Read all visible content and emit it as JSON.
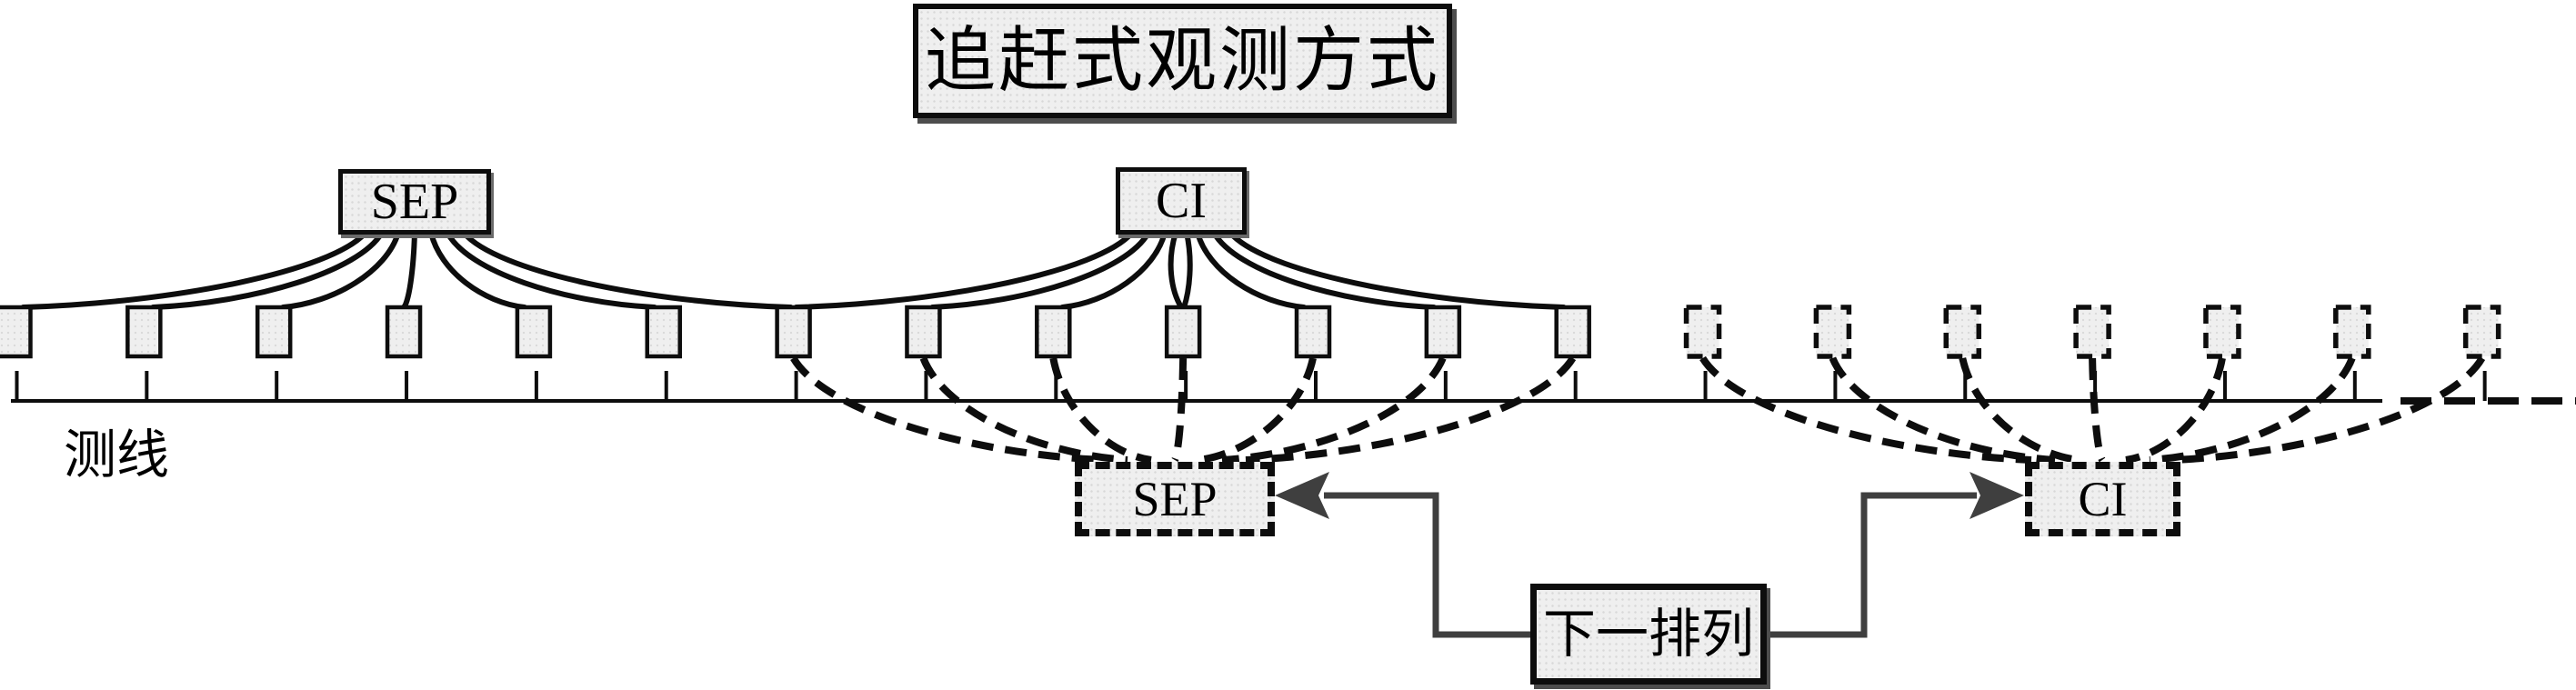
{
  "title": "追赶式观测方式",
  "current_spread": {
    "sep_label": "SEP",
    "ci_label": "CI"
  },
  "next_spread": {
    "sep_label": "SEP",
    "ci_label": "CI",
    "connector_label": "下一排列"
  },
  "survey_line_label": "测线",
  "receivers": {
    "active_count": 13,
    "next_count": 7
  },
  "colors": {
    "background": "#ffffff",
    "box_fill": "#efefef",
    "box_dot": "#d8d8d8",
    "stroke": "#0d0d0d",
    "connector": "#3f3f3f"
  }
}
